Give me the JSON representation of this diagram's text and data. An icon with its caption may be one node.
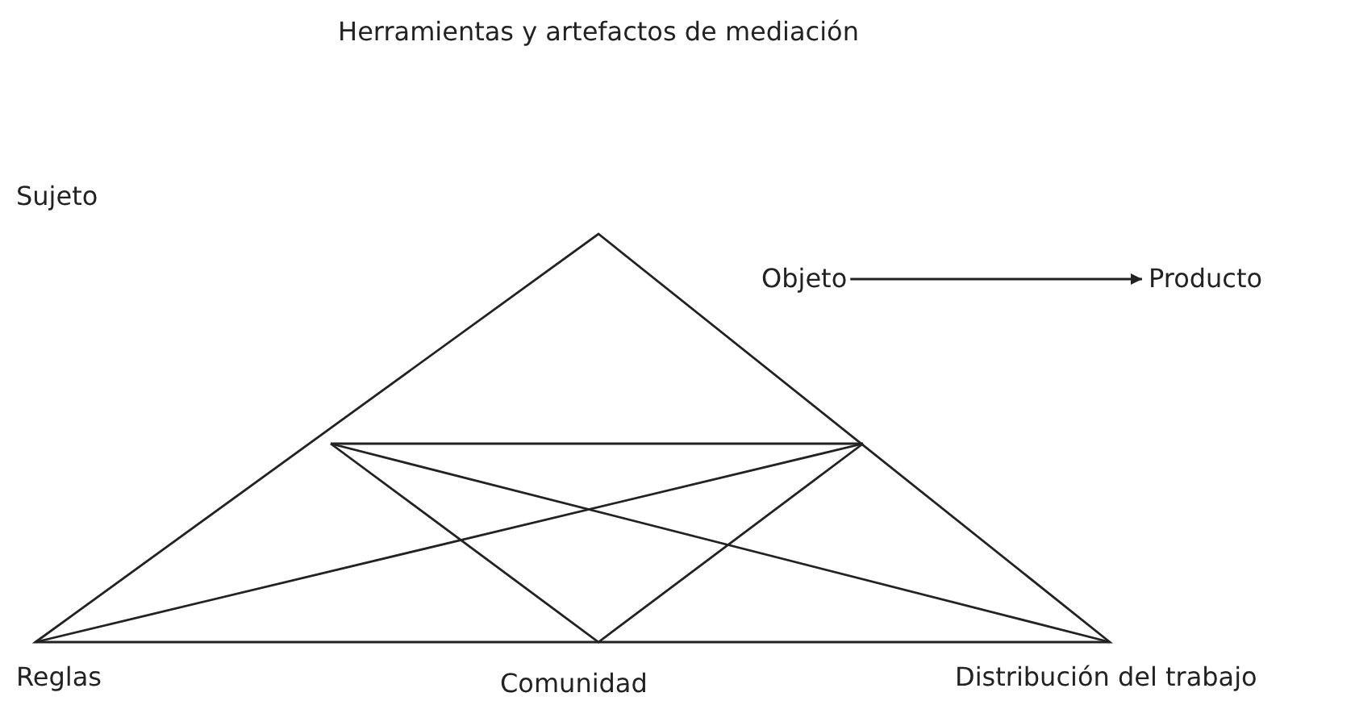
{
  "diagram": {
    "nodes": [
      {
        "text": [
          "Objeto"
        ]
      },
      {
        "text": [
          "Producto"
        ]
      }
    ],
    "edges": [
      {
        "from": 0,
        "to": 1,
        "arrow": "to"
      }
    ],
    "labels": [
      "Herramientas y artefactos de mediación",
      "Sujeto",
      "Reglas",
      "Comunidad",
      "Distribución del trabajo"
    ]
  }
}
